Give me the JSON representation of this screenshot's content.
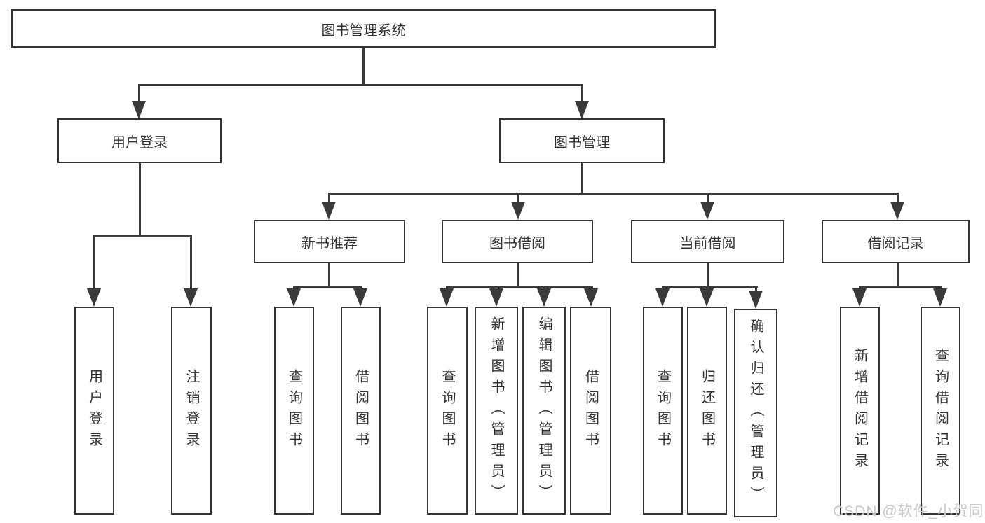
{
  "diagram": {
    "type": "hierarchy-tree",
    "title": "图书管理系统",
    "watermark": "CSDN @软件_小贺同学",
    "colors": {
      "background": "#ffffff",
      "box_border": "#333333",
      "connector": "#3a3a3a",
      "text": "#333333",
      "watermark_text": "#c9c9c9"
    },
    "nodes": {
      "root": {
        "label": "图书管理系统",
        "parent": null
      },
      "user_login": {
        "label": "用户登录",
        "parent": "root"
      },
      "book_mgmt": {
        "label": "图书管理",
        "parent": "root"
      },
      "new_book_rec": {
        "label": "新书推荐",
        "parent": "book_mgmt"
      },
      "book_borrow": {
        "label": "图书借阅",
        "parent": "book_mgmt"
      },
      "current_borrow": {
        "label": "当前借阅",
        "parent": "book_mgmt"
      },
      "borrow_record": {
        "label": "借阅记录",
        "parent": "book_mgmt"
      },
      "ul_login": {
        "label": "用户登录",
        "parent": "user_login"
      },
      "ul_logout": {
        "label": "注销登录",
        "parent": "user_login"
      },
      "nbr_query": {
        "label": "查询图书",
        "parent": "new_book_rec"
      },
      "nbr_borrow": {
        "label": "借阅图书",
        "parent": "new_book_rec"
      },
      "bb_query": {
        "label": "查询图书",
        "parent": "book_borrow"
      },
      "bb_add": {
        "label": "新增图书（管理员）",
        "parent": "book_borrow"
      },
      "bb_edit": {
        "label": "编辑图书（管理员）",
        "parent": "book_borrow"
      },
      "bb_borrow": {
        "label": "借阅图书",
        "parent": "book_borrow"
      },
      "cb_query": {
        "label": "查询图书",
        "parent": "current_borrow"
      },
      "cb_return": {
        "label": "归还图书",
        "parent": "current_borrow"
      },
      "cb_confirm": {
        "label": "确认归还（管理员）",
        "parent": "current_borrow"
      },
      "br_add": {
        "label": "新增借阅记录",
        "parent": "borrow_record"
      },
      "br_query": {
        "label": "查询借阅记录",
        "parent": "borrow_record"
      }
    }
  }
}
